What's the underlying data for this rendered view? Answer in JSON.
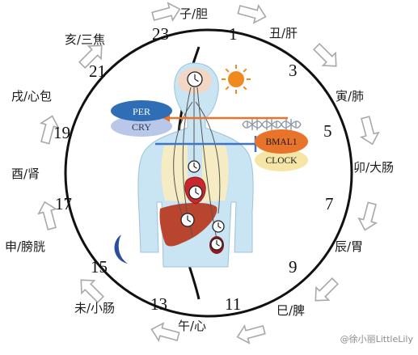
{
  "organ_labels": {
    "zi": "子/胆",
    "chou": "丑/肝",
    "yin": "寅/肺",
    "mao": "卯/大肠",
    "chen": "辰/胃",
    "si": "巳/脾",
    "wu": "午/心",
    "wei": "未/小肠",
    "shen": "申/膀胱",
    "you": "酉/肾",
    "xu": "戌/心包",
    "hai": "亥/三焦"
  },
  "hours": {
    "h1": "1",
    "h3": "3",
    "h5": "5",
    "h7": "7",
    "h9": "9",
    "h11": "11",
    "h13": "13",
    "h15": "15",
    "h17": "17",
    "h19": "19",
    "h21": "21",
    "h23": "23"
  },
  "proteins": {
    "per": "PER",
    "cry": "CRY",
    "bmal1": "BMAL1",
    "clock": "CLOCK"
  },
  "watermark": "@徐小丽LittleLily",
  "colors": {
    "per": "#2f6db5",
    "cry": "#b9c8e8",
    "bmal1": "#e8732a",
    "clock": "#f5e6a6",
    "body": "#c9e4f2",
    "lung": "#f6ecc3",
    "liver": "#b9452e",
    "sun": "#f08a1e",
    "moon": "#2a4fa0",
    "arrow_orange": "#e8732a",
    "arrow_blue": "#3f74c2",
    "ring_arrow": "#ffffff"
  },
  "icons": [
    "sun-icon",
    "moon-icon",
    "dna-icon",
    "clock-icon"
  ]
}
